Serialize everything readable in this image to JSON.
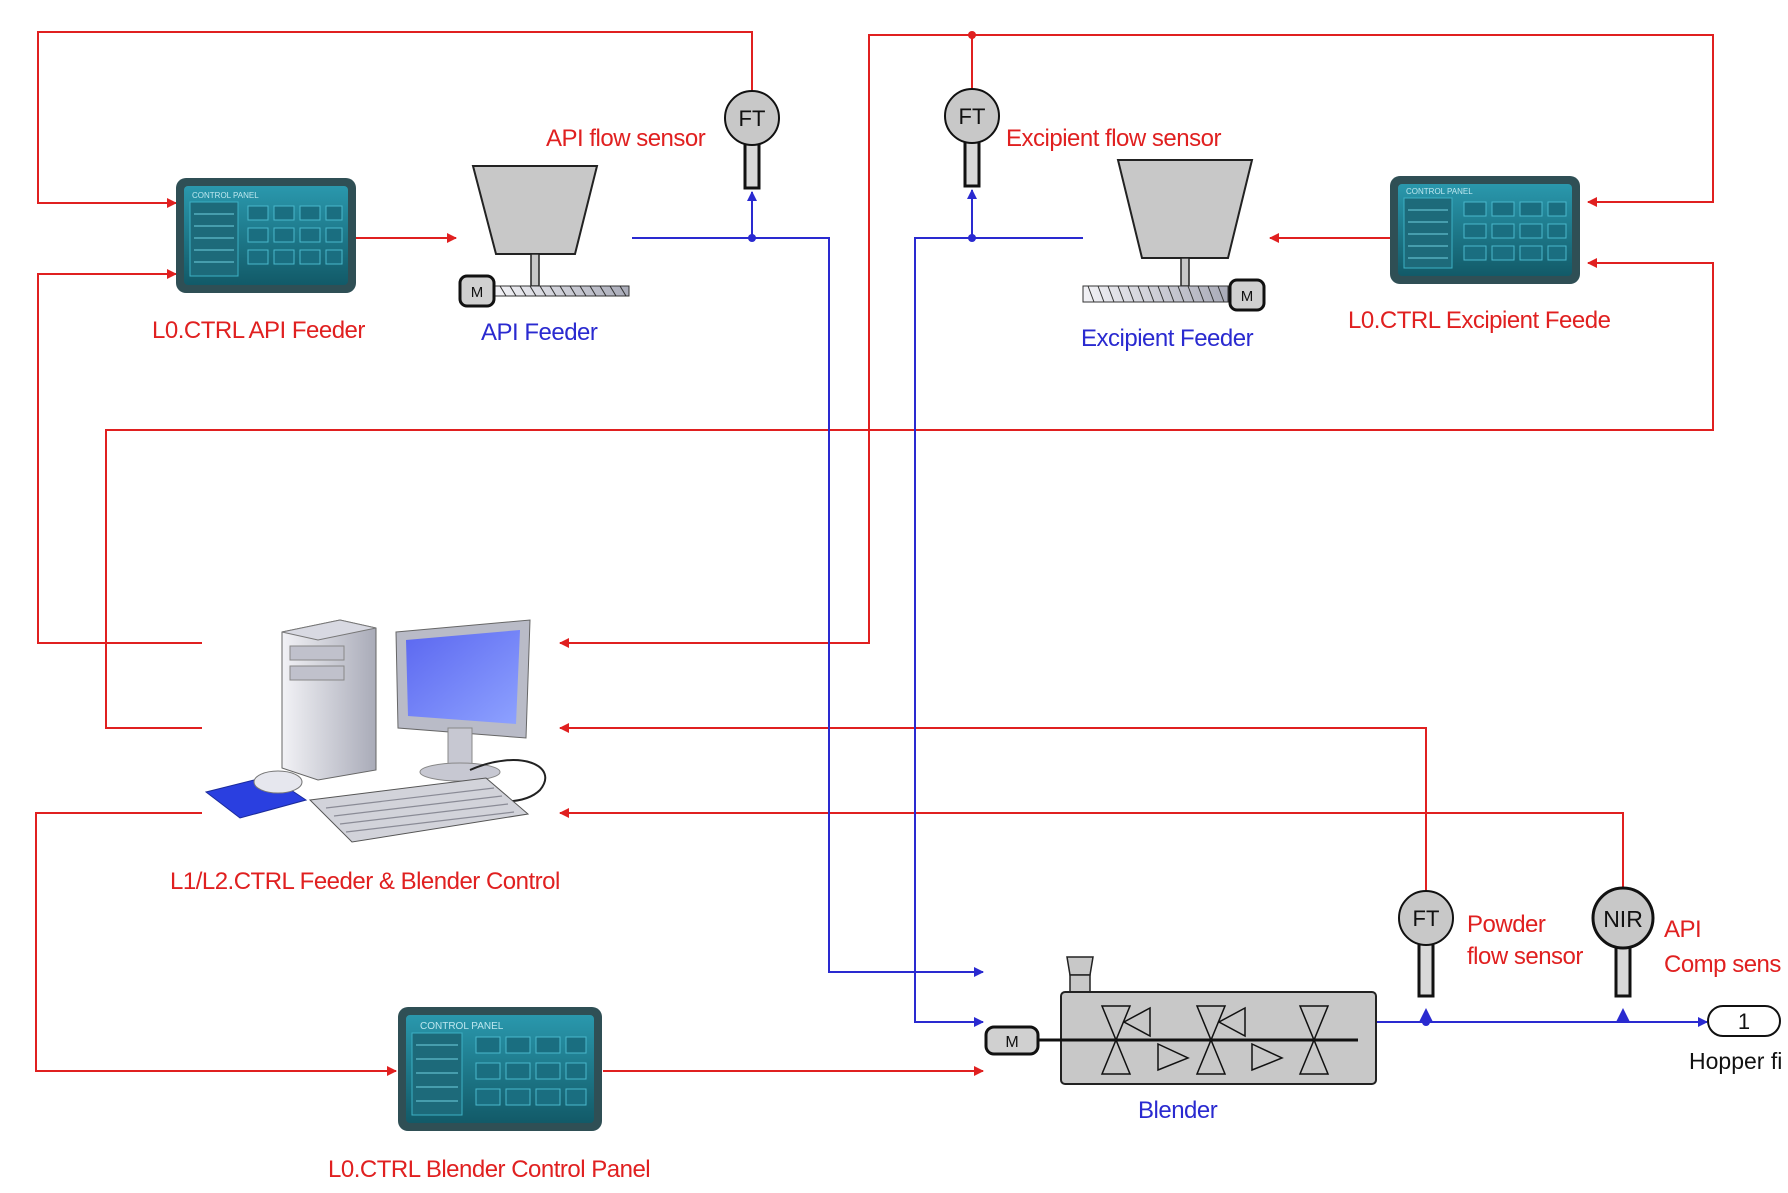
{
  "colors": {
    "signal": "#e02020",
    "material": "#2a2ad0",
    "equipment_fill": "#c8c8c8",
    "panel_frame": "#2f4f55",
    "panel_screen": "#1d7f92",
    "background": "#ffffff"
  },
  "labels": {
    "api_feeder_ctrl": "L0.CTRL API Feeder",
    "api_feeder": "API Feeder",
    "api_flow_sensor": "API flow sensor",
    "excipient_flow_sensor": "Excipient flow sensor",
    "excipient_feeder": "Excipient Feeder",
    "excipient_feeder_ctrl": "L0.CTRL Excipient Feede",
    "supervisory_ctrl": "L1/L2.CTRL Feeder & Blender Control",
    "blender_ctrl": "L0.CTRL Blender Control Panel",
    "blender": "Blender",
    "powder_flow_sensor_line1": "Powder",
    "powder_flow_sensor_line2": "flow sensor",
    "api_comp_sensor_line1": "API",
    "api_comp_sensor_line2": "Comp sens",
    "hopper": "Hopper fi",
    "output_port": "1"
  },
  "symbols": {
    "flow_transmitter": "FT",
    "nir_analyzer": "NIR",
    "motor": "M",
    "panel_header": "CONTROL PANEL"
  },
  "icons": {
    "control_panel": "control-panel-icon",
    "computer": "desktop-computer-icon",
    "feeder": "hopper-feeder-icon",
    "blender": "twin-screw-blender-icon"
  }
}
